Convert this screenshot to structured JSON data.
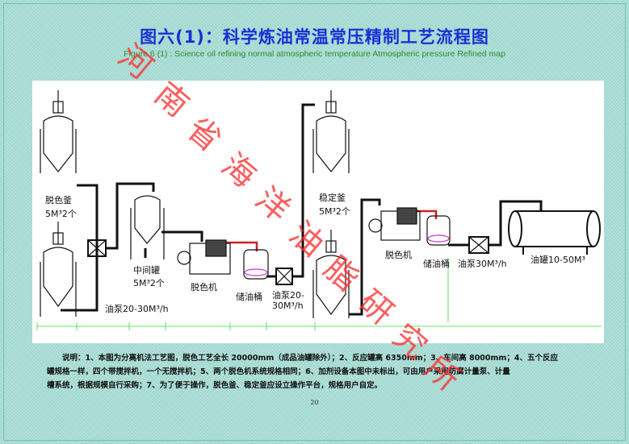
{
  "title": "图六(1)：科学炼油常温常压精制工艺流程图",
  "subtitle": "Figure 6 (1) : Science oil refining normal atmospheric temperature Atmospheric pressure Refined map",
  "labels": {
    "decolor_kettle": "脱色釜",
    "decolor_kettle_spec": "5M³2个",
    "intermediate_tank": "中间罐",
    "intermediate_tank_spec": "5M³2个",
    "decolorizer_1": "脱色机",
    "storage_bucket_1": "储油桶",
    "pump_1": "油泵20-30M³/h",
    "pump_2_line1": "油泵20-",
    "pump_2_line2": "30M³/h",
    "stabilizer_kettle": "稳定釜",
    "stabilizer_kettle_spec": "5M³2个",
    "decolorizer_2": "脱色机",
    "storage_bucket_2": "储油桶",
    "pump_3": "油泵30M³/h",
    "oil_tank": "油罐10-50M³"
  },
  "caption": [
    "说明：1、本图为分离机法工艺图，脱色工艺全长 20000mm（成品油罐除外）；2、反应罐高 6350mm；3、车间高 8000mm；4、五个反应",
    "罐规格一样，四个带搅拌机，一个无搅拌机；5、两个脱色机系统规格相同；6、加剂设备本图中未标出，可由用户采用防腐计量泵、计量",
    "槽系统，根据规模自行采购；7、为了便于操作，脱色釜、稳定釜应设立操作平台，规格用户自定。"
  ],
  "page_number": "20",
  "watermark": [
    "河",
    "南",
    "省",
    "海",
    "洋",
    "油",
    "脂",
    "研",
    "究",
    "所"
  ],
  "colors": {
    "title": "#1a2fd6",
    "subtitle": "#2f8a2a",
    "watermark": "#ff2828"
  }
}
